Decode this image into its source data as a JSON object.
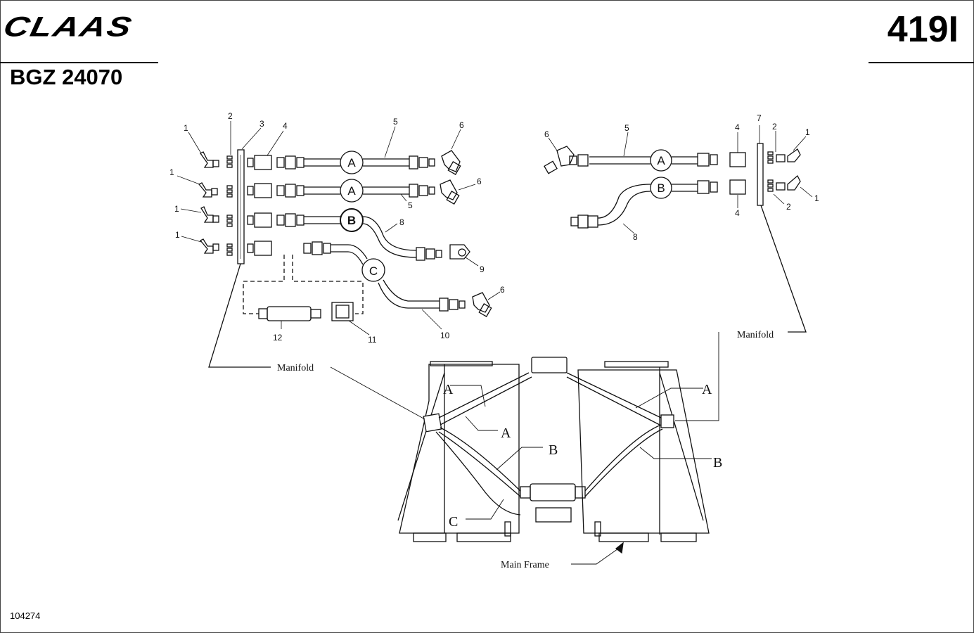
{
  "header": {
    "brand": "CLAAS",
    "page_number": "419I",
    "doc_code": "BGZ 24070"
  },
  "footer": {
    "figure_id": "104274"
  },
  "callouts": {
    "n1": "1",
    "n2": "2",
    "n3": "3",
    "n4": "4",
    "n5": "5",
    "n6": "6",
    "n7": "7",
    "n8": "8",
    "n9": "9",
    "n10": "10",
    "n11": "11",
    "n12": "12"
  },
  "hose_markers": {
    "a": "A",
    "b": "B",
    "c": "C"
  },
  "labels": {
    "manifold": "Manifold",
    "main_frame": "Main Frame"
  }
}
